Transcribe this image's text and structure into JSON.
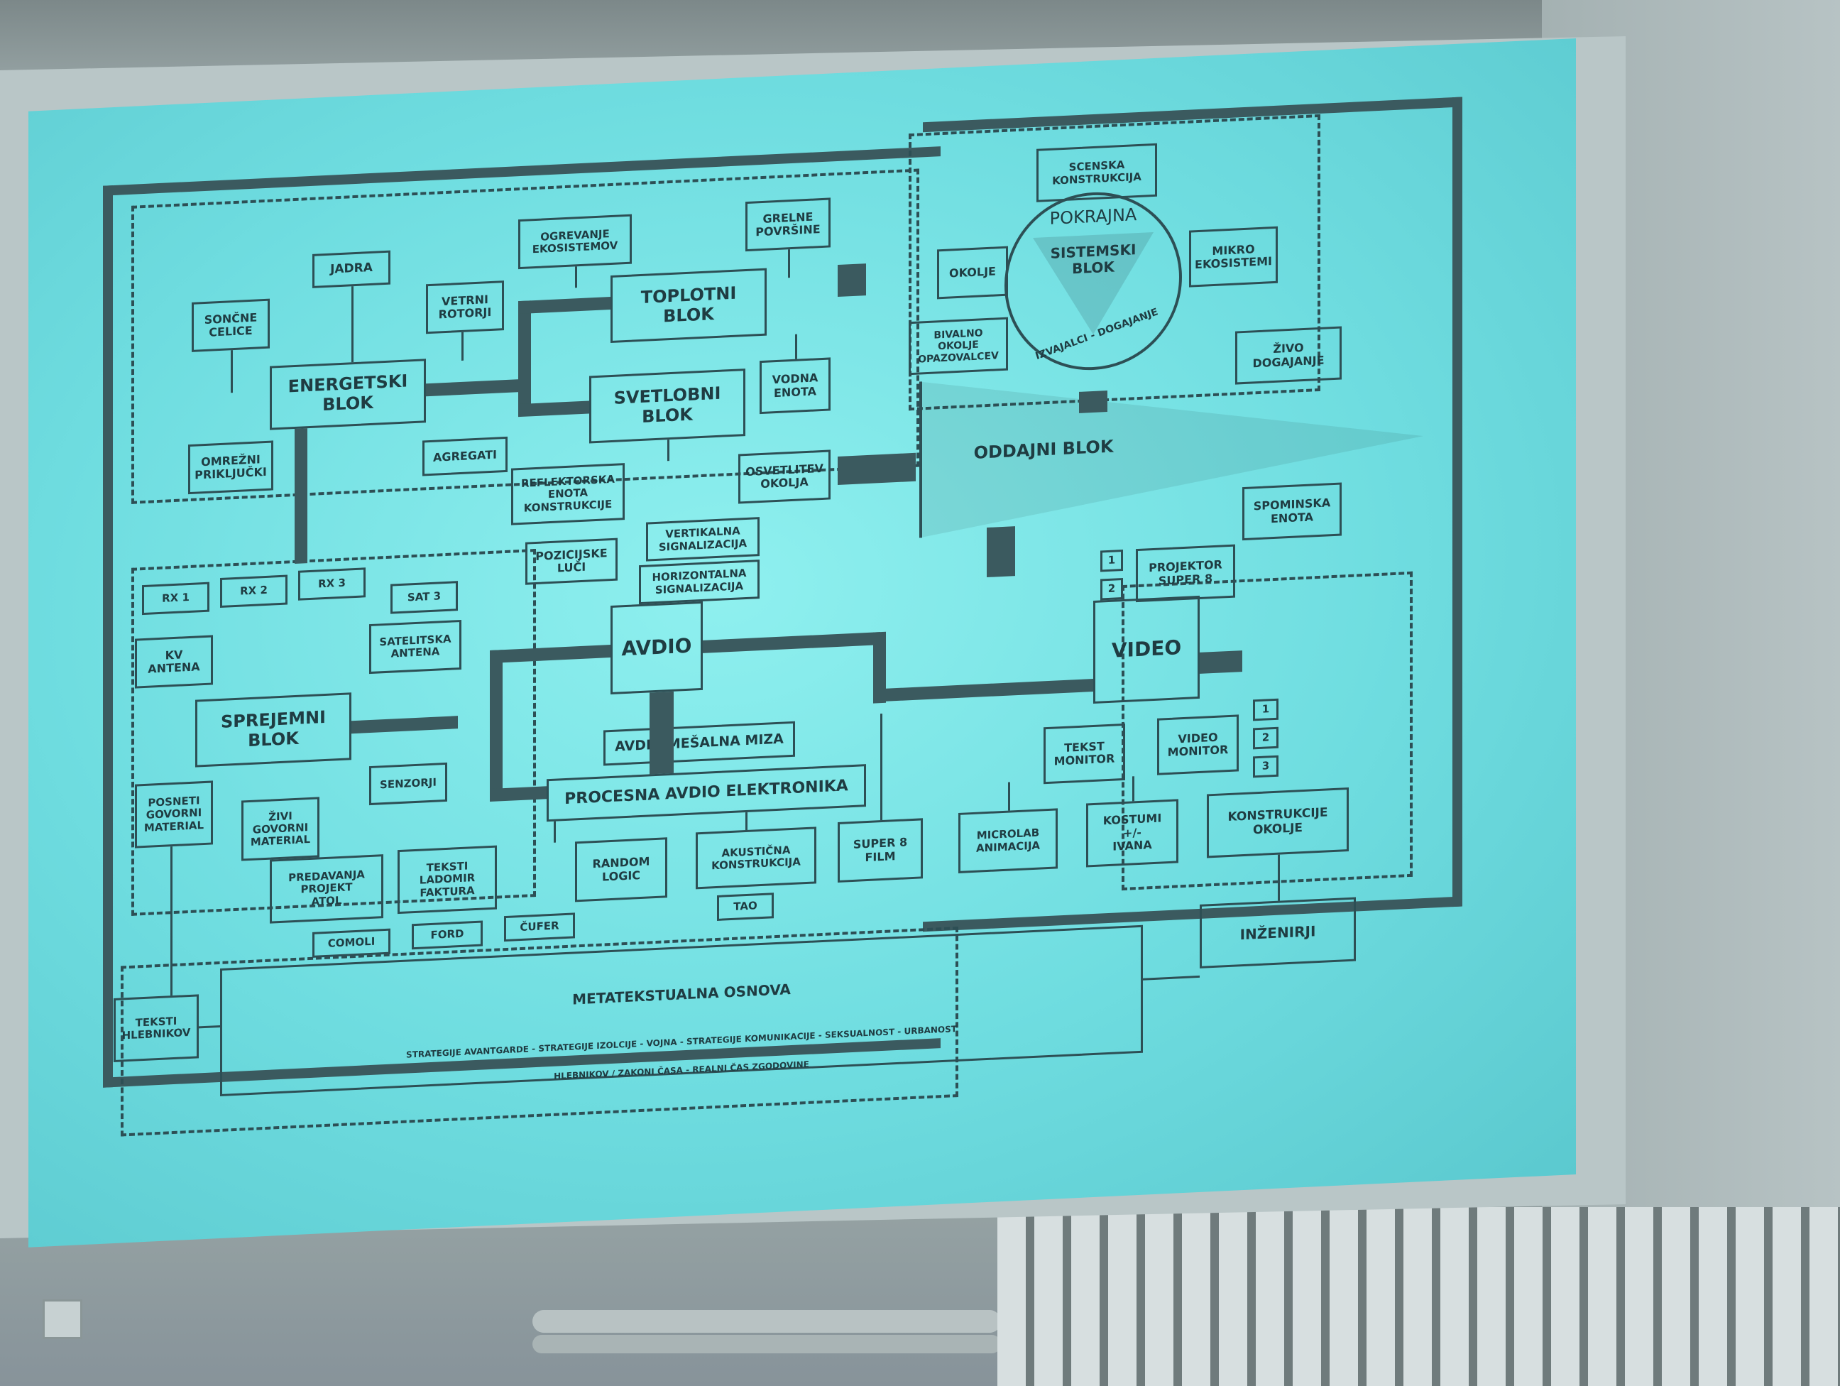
{
  "diagram": {
    "energetski": "ENERGETSKI\nBLOK",
    "jadra": "JADRA",
    "soncne": "SONČNE\nCELICE",
    "vetrni": "VETRNI\nROTORJI",
    "omrezni": "OMREŽNI\nPRIKLJUČKI",
    "agregati": "AGREGATI",
    "ogrevanje": "OGREVANJE\nEKOSISTEMOV",
    "grelne": "GRELNE\nPOVRŠINE",
    "toplotni": "TOPLOTNI\nBLOK",
    "vodna": "VODNA\nENOTA",
    "svetlobni": "SVETLOBNI\nBLOK",
    "reflektorska": "REFLEKTORSKA\nENOTA\nKONSTRUKCIJE",
    "osvetlitev": "OSVETLITEV\nOKOLJA",
    "pozicijske": "POZICIJSKE\nLUČI",
    "vertikalna": "VERTIKALNA\nSIGNALIZACIJA",
    "horizontalna": "HORIZONTALNA\nSIGNALIZACIJA",
    "scenska": "SCENSKA\nKONSTRUKCIJA",
    "pokrajna": "POKRAJNA",
    "sistemski": "SISTEMSKI\nBLOK",
    "izvajalci": "IZVAJALCI - DOGAJANJE",
    "okolje": "OKOLJE",
    "mikro": "MIKRO\nEKOSISTEMI",
    "bivalno": "BIVALNO\nOKOLJE\nOPAZOVALCEV",
    "zivo_dogajanje": "ŽIVO\nDOGAJANJE",
    "oddajni": "ODDAJNI BLOK",
    "spominska": "SPOMINSKA\nENOTA",
    "projektor": "PROJEKTOR\nSUPER 8",
    "num1": "1",
    "num2": "2",
    "num3": "3",
    "rx1": "RX 1",
    "rx2": "RX 2",
    "rx3": "RX 3",
    "sat3": "SAT 3",
    "kv": "KV\nANTENA",
    "satelitska": "SATELITSKA\nANTENA",
    "sprejemni": "SPREJEMNI\nBLOK",
    "posneti": "POSNETI\nGOVORNI\nMATERIAL",
    "zivi": "ŽIVI\nGOVORNI\nMATERIAL",
    "senzorji": "SENZORJI",
    "avdio": "AVDIO",
    "avdio_mesalna": "AVDIO MEŠALNA MIZA",
    "procesna": "PROCESNA AVDIO ELEKTRONIKA",
    "video": "VIDEO",
    "tekst_monitor": "TEKST\nMONITOR",
    "video_monitor": "VIDEO\nMONITOR",
    "predavanja": "PREDAVANJA\nPROJEKT\nATOL",
    "teksti_ladomir": "TEKSTI\nLADOMIR\nFAKTURA",
    "comoli": "COMOLI",
    "ford": "FORD",
    "cufer": "ČUFER",
    "random": "RANDOM\nLOGIC",
    "akusticna": "AKUSTIČNA\nKONSTRUKCIJA",
    "tao": "TAO",
    "super8film": "SUPER 8\nFILM",
    "microlab": "MICROLAB\nANIMACIJA",
    "kostumi": "KOSTUMI\n+/-\nIVANA",
    "konstrukcije_okolje": "KONSTRUKCIJE\nOKOLJE",
    "teksti_hlebnikov": "TEKSTI\nHLEBNIKOV",
    "metatekstualna": "METATEKSTUALNA OSNOVA",
    "strategije": "STRATEGIJE AVANTGARDE - STRATEGIJE IZOLCIJE - VOJNA - STRATEGIJE KOMUNIKACIJE - SEKSUALNOST - URBANOST",
    "hlebnikov_zakoni": "HLEBNIKOV / ZAKONI ČASA - REALNI ČAS ZGODOVINE",
    "inzenirji": "INŽENIRJI"
  }
}
